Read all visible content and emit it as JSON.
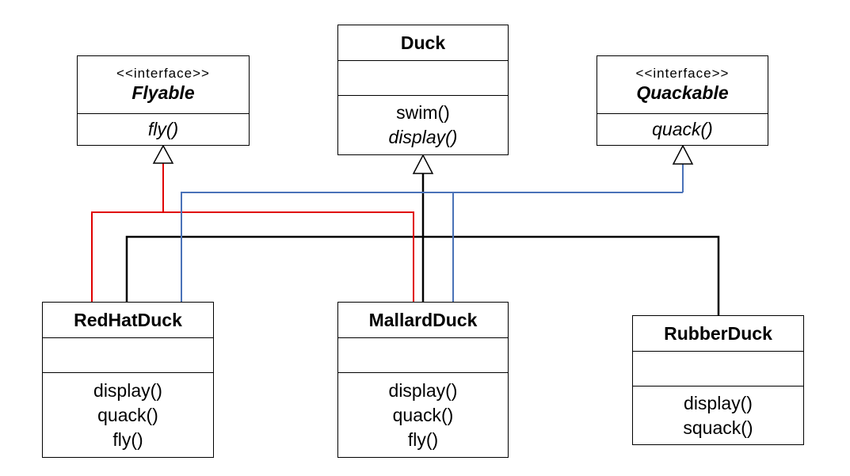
{
  "classes": {
    "duck": {
      "name": "Duck",
      "attributes": [],
      "operations": [
        {
          "text": "swim()",
          "italic": false
        },
        {
          "text": "display()",
          "italic": true
        }
      ]
    },
    "flyable": {
      "stereotype": "<<interface>>",
      "name": "Flyable",
      "abstract": true,
      "operations": [
        {
          "text": "fly()",
          "italic": true
        }
      ]
    },
    "quackable": {
      "stereotype": "<<interface>>",
      "name": "Quackable",
      "abstract": true,
      "operations": [
        {
          "text": "quack()",
          "italic": true
        }
      ]
    },
    "redhatduck": {
      "name": "RedHatDuck",
      "attributes": [],
      "operations": [
        {
          "text": "display()"
        },
        {
          "text": "quack()"
        },
        {
          "text": "fly()"
        }
      ]
    },
    "mallardduck": {
      "name": "MallardDuck",
      "attributes": [],
      "operations": [
        {
          "text": "display()"
        },
        {
          "text": "quack()"
        },
        {
          "text": "fly()"
        }
      ]
    },
    "rubberduck": {
      "name": "RubberDuck",
      "attributes": [],
      "operations": [
        {
          "text": "display()"
        },
        {
          "text": "squack()"
        }
      ]
    }
  },
  "relations": [
    {
      "type": "inheritance",
      "from": "RedHatDuck",
      "to": "Duck",
      "color": "#000000"
    },
    {
      "type": "inheritance",
      "from": "MallardDuck",
      "to": "Duck",
      "color": "#000000"
    },
    {
      "type": "inheritance",
      "from": "RubberDuck",
      "to": "Duck",
      "color": "#000000"
    },
    {
      "type": "realization",
      "from": "RedHatDuck",
      "to": "Flyable",
      "color": "#e00000"
    },
    {
      "type": "realization",
      "from": "MallardDuck",
      "to": "Flyable",
      "color": "#e00000"
    },
    {
      "type": "realization",
      "from": "RedHatDuck",
      "to": "Quackable",
      "color": "#4a72b8"
    },
    {
      "type": "realization",
      "from": "MallardDuck",
      "to": "Quackable",
      "color": "#4a72b8"
    }
  ]
}
